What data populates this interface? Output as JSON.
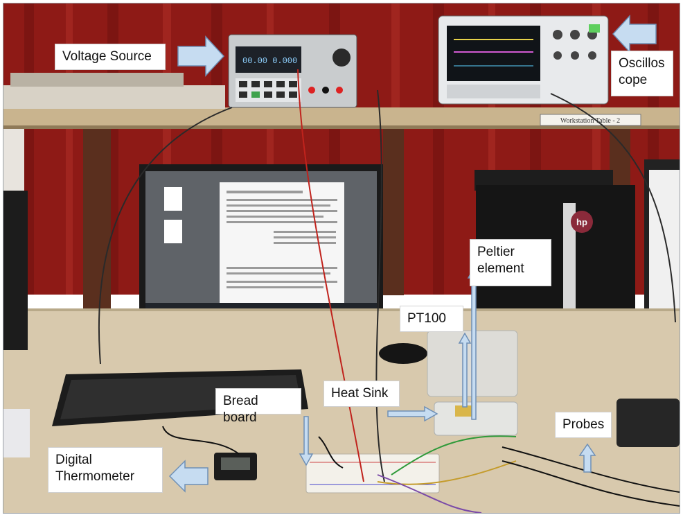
{
  "labels": {
    "voltage_source": "Voltage Source",
    "oscilloscope_line1": "Oscillos",
    "oscilloscope_line2": "cope",
    "peltier_line1": "Peltier",
    "peltier_line2": "element",
    "pt100": "PT100",
    "heat_sink": "Heat Sink",
    "bread_board": "Bread board",
    "probes": "Probes",
    "digital_thermometer_line1": "Digital",
    "digital_thermometer_line2": "Thermometer"
  },
  "equipment_text": {
    "workstation_plate": "Workstation Table - 2",
    "monitor_brand": "hp"
  },
  "colors": {
    "curtain": "#8e1a16",
    "shelf": "#c9b48e",
    "desk": "#d8c9ad",
    "arrow_fill": "#c6dcf1",
    "arrow_stroke": "#6e8fb5"
  }
}
